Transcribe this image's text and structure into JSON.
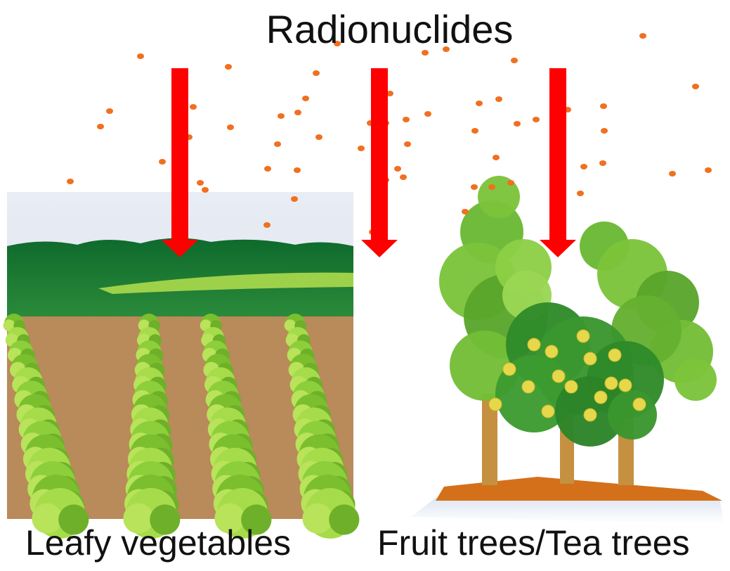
{
  "diagram": {
    "title": "Radionuclides",
    "captions": {
      "left": "Leafy vegetables",
      "right": "Fruit trees/Tea trees"
    },
    "colors": {
      "arrow": "#ff0000",
      "particle": "#f07020",
      "sky": "#dde3f0",
      "field_soil": "#b98a5a",
      "crop": "#8ccf3a",
      "hedge": "#1e7a36",
      "tree_foliage": "#6ab833",
      "fruit": "#e6d84a",
      "trunk": "#c59040",
      "ground": "#d4701a"
    },
    "icons": [
      "down-arrow-icon",
      "radionuclide-particle-icon",
      "vegetable-field-icon",
      "tree-cluster-icon"
    ]
  }
}
